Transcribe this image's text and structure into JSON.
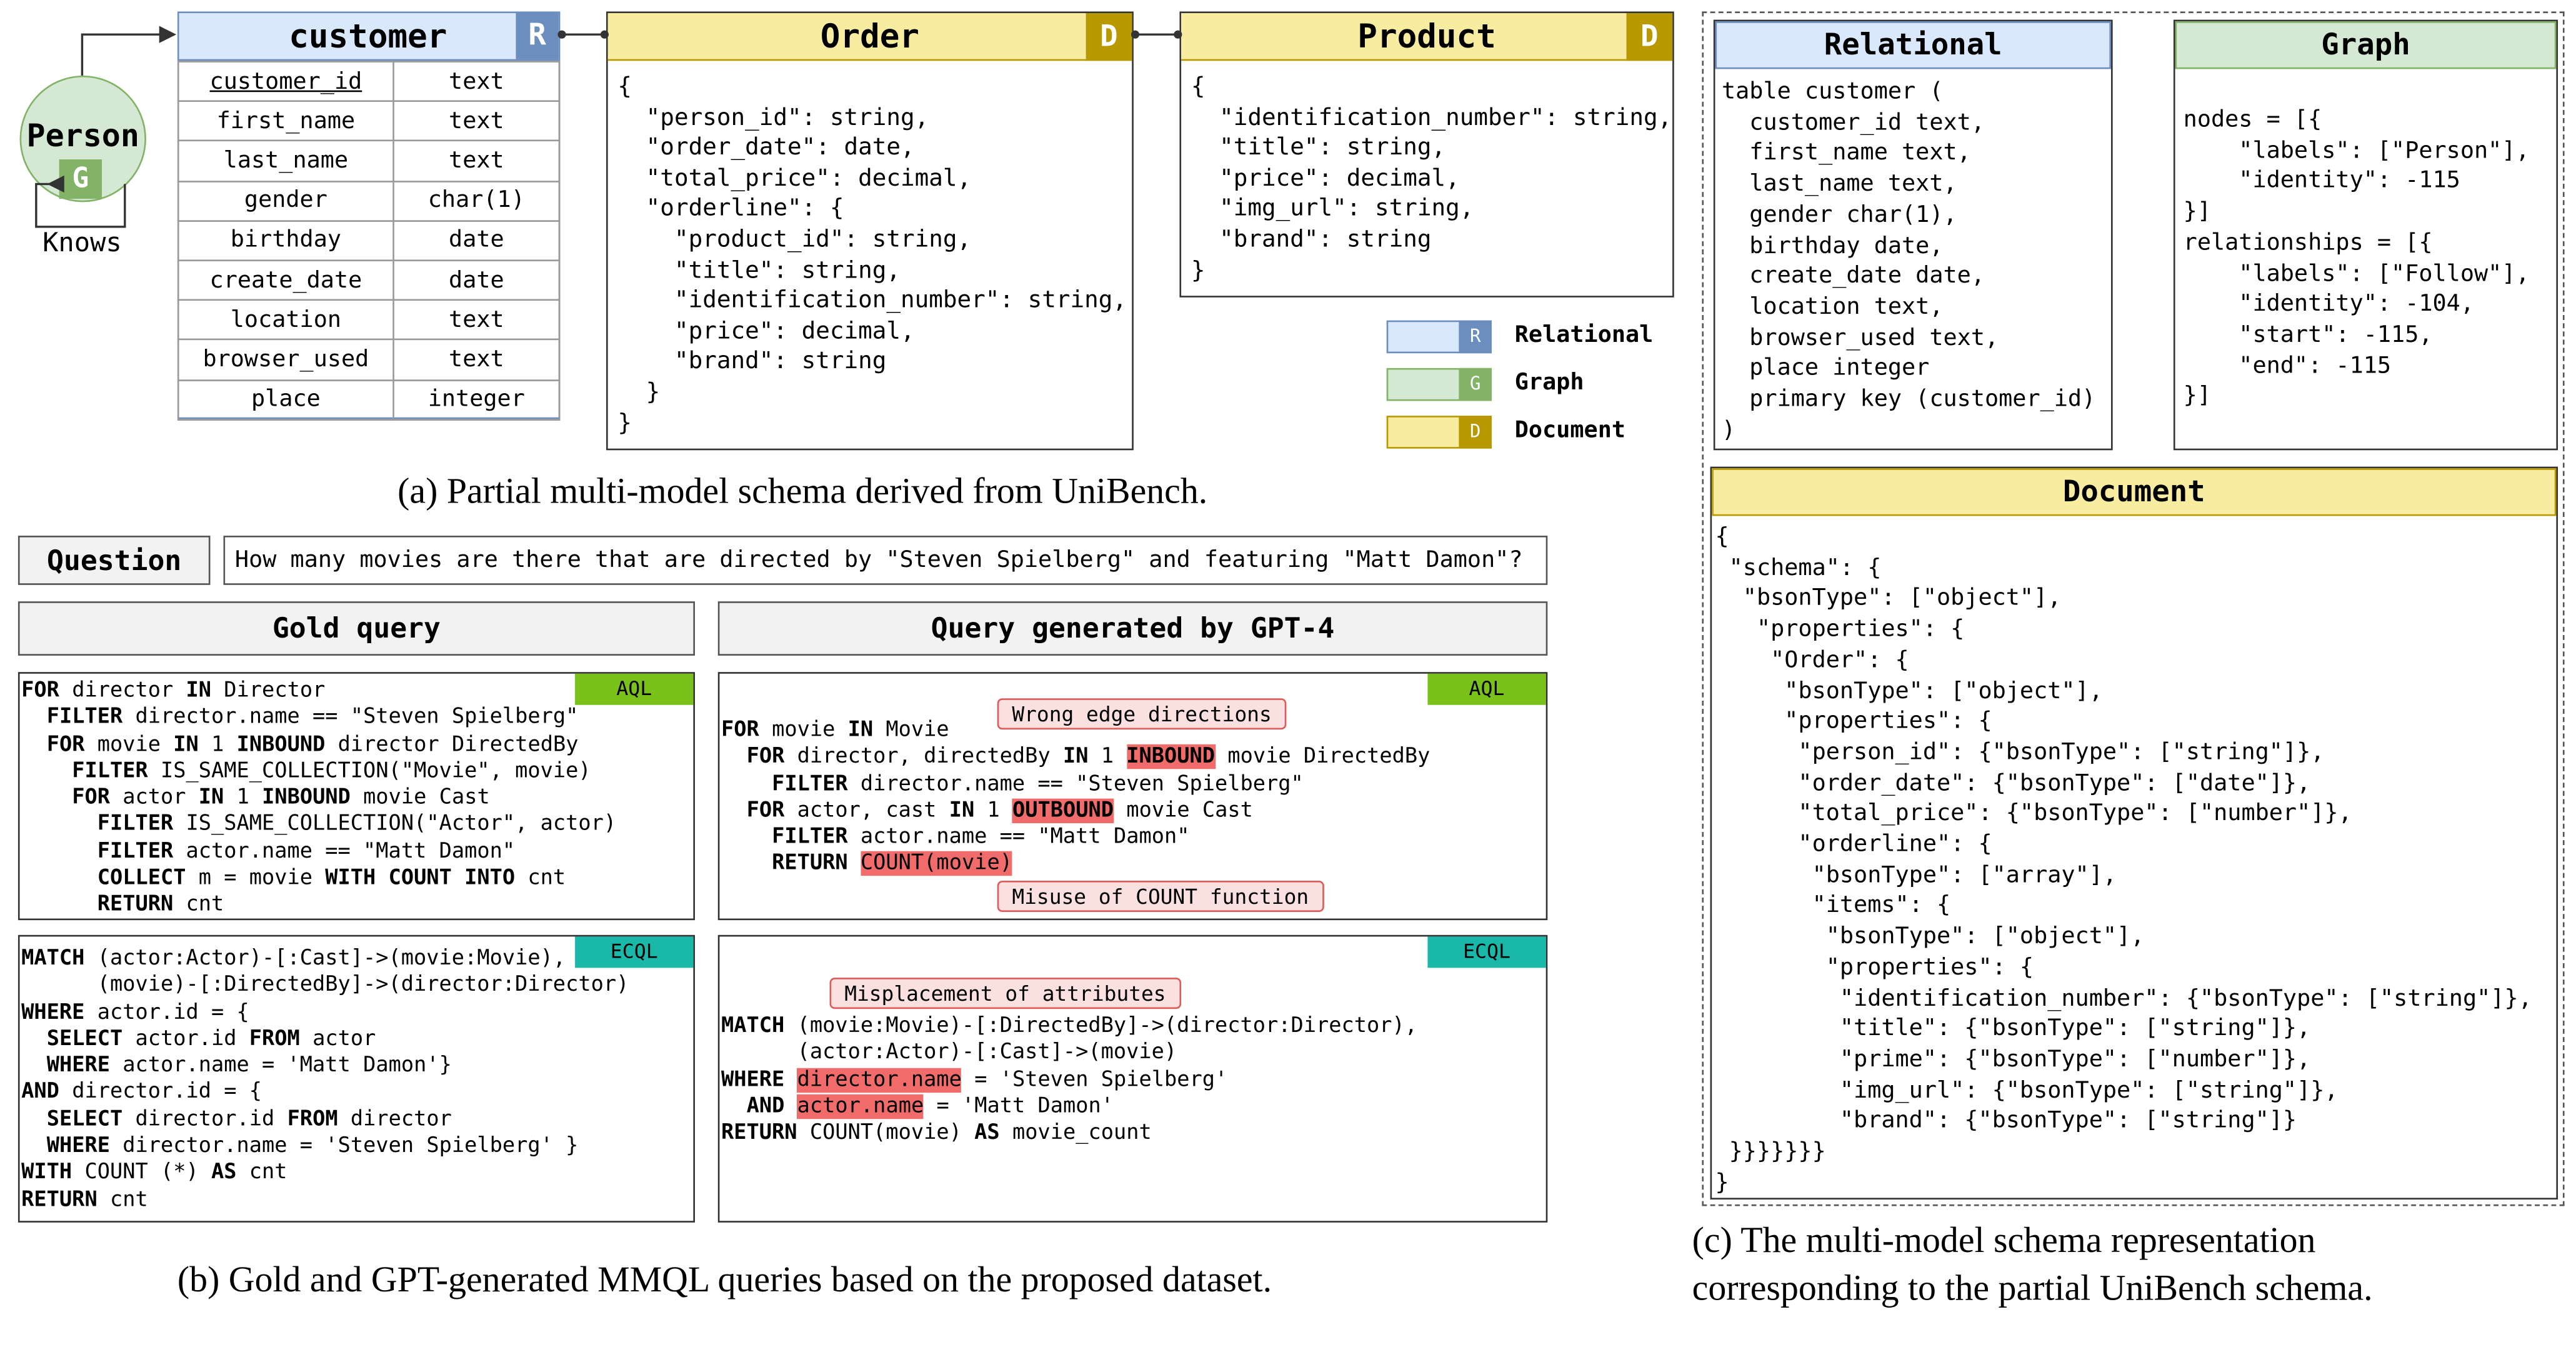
{
  "panel_a": {
    "person_label": "Person",
    "person_badge": "G",
    "knows_label": "Knows",
    "customer": {
      "title": "customer",
      "badge": "R",
      "rows": [
        {
          "name": "customer_id",
          "type": "text"
        },
        {
          "name": "first_name",
          "type": "text"
        },
        {
          "name": "last_name",
          "type": "text"
        },
        {
          "name": "gender",
          "type": "char(1)"
        },
        {
          "name": "birthday",
          "type": "date"
        },
        {
          "name": "create_date",
          "type": "date"
        },
        {
          "name": "location",
          "type": "text"
        },
        {
          "name": "browser_used",
          "type": "text"
        },
        {
          "name": "place",
          "type": "integer"
        }
      ]
    },
    "order": {
      "title": "Order",
      "badge": "D",
      "body": "{\n  \"person_id\": string,\n  \"order_date\": date,\n  \"total_price\": decimal,\n  \"orderline\": {\n    \"product_id\": string,\n    \"title\": string,\n    \"identification_number\": string,\n    \"price\": decimal,\n    \"brand\": string\n  }\n}"
    },
    "product": {
      "title": "Product",
      "badge": "D",
      "body": "{\n  \"identification_number\": string,\n  \"title\": string,\n  \"price\": decimal,\n  \"img_url\": string,\n  \"brand\": string\n}"
    },
    "legend": [
      {
        "badge": "R",
        "label": "Relational"
      },
      {
        "badge": "G",
        "label": "Graph"
      },
      {
        "badge": "D",
        "label": "Document"
      }
    ],
    "caption": "(a) Partial multi-model schema derived from UniBench."
  },
  "panel_b": {
    "question_label": "Question",
    "question_text": "How many movies are there that are directed by \"Steven Spielberg\" and featuring \"Matt Damon\"?",
    "gold_header": "Gold query",
    "gpt_header": "Query generated by GPT-4",
    "aql_tag": "AQL",
    "ecql_tag": "ECQL",
    "callouts": {
      "edge": "Wrong edge directions",
      "count": "Misuse of COUNT function",
      "attr": "Misplacement of attributes"
    },
    "caption": "(b) Gold and GPT-generated MMQL queries based on the proposed dataset."
  },
  "panel_c": {
    "relational_header": "Relational",
    "relational_body": "table customer (\n  customer_id text,\n  first_name text,\n  last_name text,\n  gender char(1),\n  birthday date,\n  create_date date,\n  location text,\n  browser_used text,\n  place integer\n  primary key (customer_id)\n)",
    "graph_header": "Graph",
    "graph_body": "nodes = [{\n    \"labels\": [\"Person\"],\n    \"identity\": -115\n}]\nrelationships = [{\n    \"labels\": [\"Follow\"],\n    \"identity\": -104,\n    \"start\": -115,\n    \"end\": -115\n}]",
    "document_header": "Document",
    "document_body": "{\n \"schema\": {\n  \"bsonType\": [\"object\"],\n   \"properties\": {\n    \"Order\": {\n     \"bsonType\": [\"object\"],\n     \"properties\": {\n      \"person_id\": {\"bsonType\": [\"string\"]},\n      \"order_date\": {\"bsonType\": [\"date\"]},\n      \"total_price\": {\"bsonType\": [\"number\"]},\n      \"orderline\": {\n       \"bsonType\": [\"array\"],\n       \"items\": {\n        \"bsonType\": [\"object\"],\n        \"properties\": {\n         \"identification_number\": {\"bsonType\": [\"string\"]},\n         \"title\": {\"bsonType\": [\"string\"]},\n         \"prime\": {\"bsonType\": [\"number\"]},\n         \"img_url\": {\"bsonType\": [\"string\"]},\n         \"brand\": {\"bsonType\": [\"string\"]}\n }}}}}}}\n}",
    "caption_line1": "(c) The multi-model schema representation",
    "caption_line2": "corresponding to the partial UniBench schema."
  },
  "colors": {
    "relational_fill": "#dae8fc",
    "relational_stroke": "#6c8ebf",
    "graph_fill": "#d5e8d4",
    "graph_stroke": "#82b366",
    "document_fill": "#f8eca0",
    "document_stroke": "#b89a00",
    "highlight": "#f26b6b",
    "aql_tag": "#7ac11a",
    "ecql_tag": "#1ab8a8"
  }
}
